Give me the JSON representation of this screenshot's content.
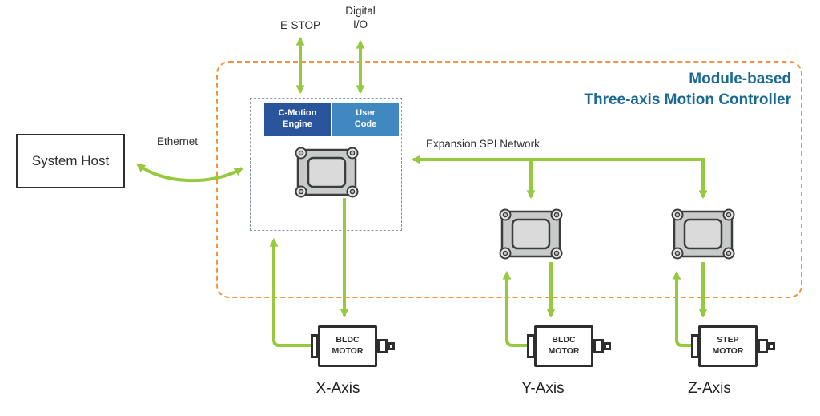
{
  "diagram": {
    "title_line1": "Module-based",
    "title_line2": "Three-axis Motion Controller",
    "system_host": "System Host",
    "ethernet_label": "Ethernet",
    "estop_label": "E-STOP",
    "digital_io_label": "Digital\nI/O",
    "spi_label": "Expansion SPI Network",
    "cmotion_label": "C-Motion\nEngine",
    "usercode_label": "User\nCode"
  },
  "motors": [
    {
      "name": "BLDC\nMOTOR",
      "axis": "X-Axis"
    },
    {
      "name": "BLDC\nMOTOR",
      "axis": "Y-Axis"
    },
    {
      "name": "STEP\nMOTOR",
      "axis": "Z-Axis"
    }
  ],
  "colors": {
    "arrow_green": "#97C93E",
    "controller_border_orange": "#F29440",
    "title_blue": "#1B6A94",
    "cmotion_blue": "#2A549B",
    "usercode_blue": "#4089C0",
    "chip_gray": "#C9CBCB"
  }
}
